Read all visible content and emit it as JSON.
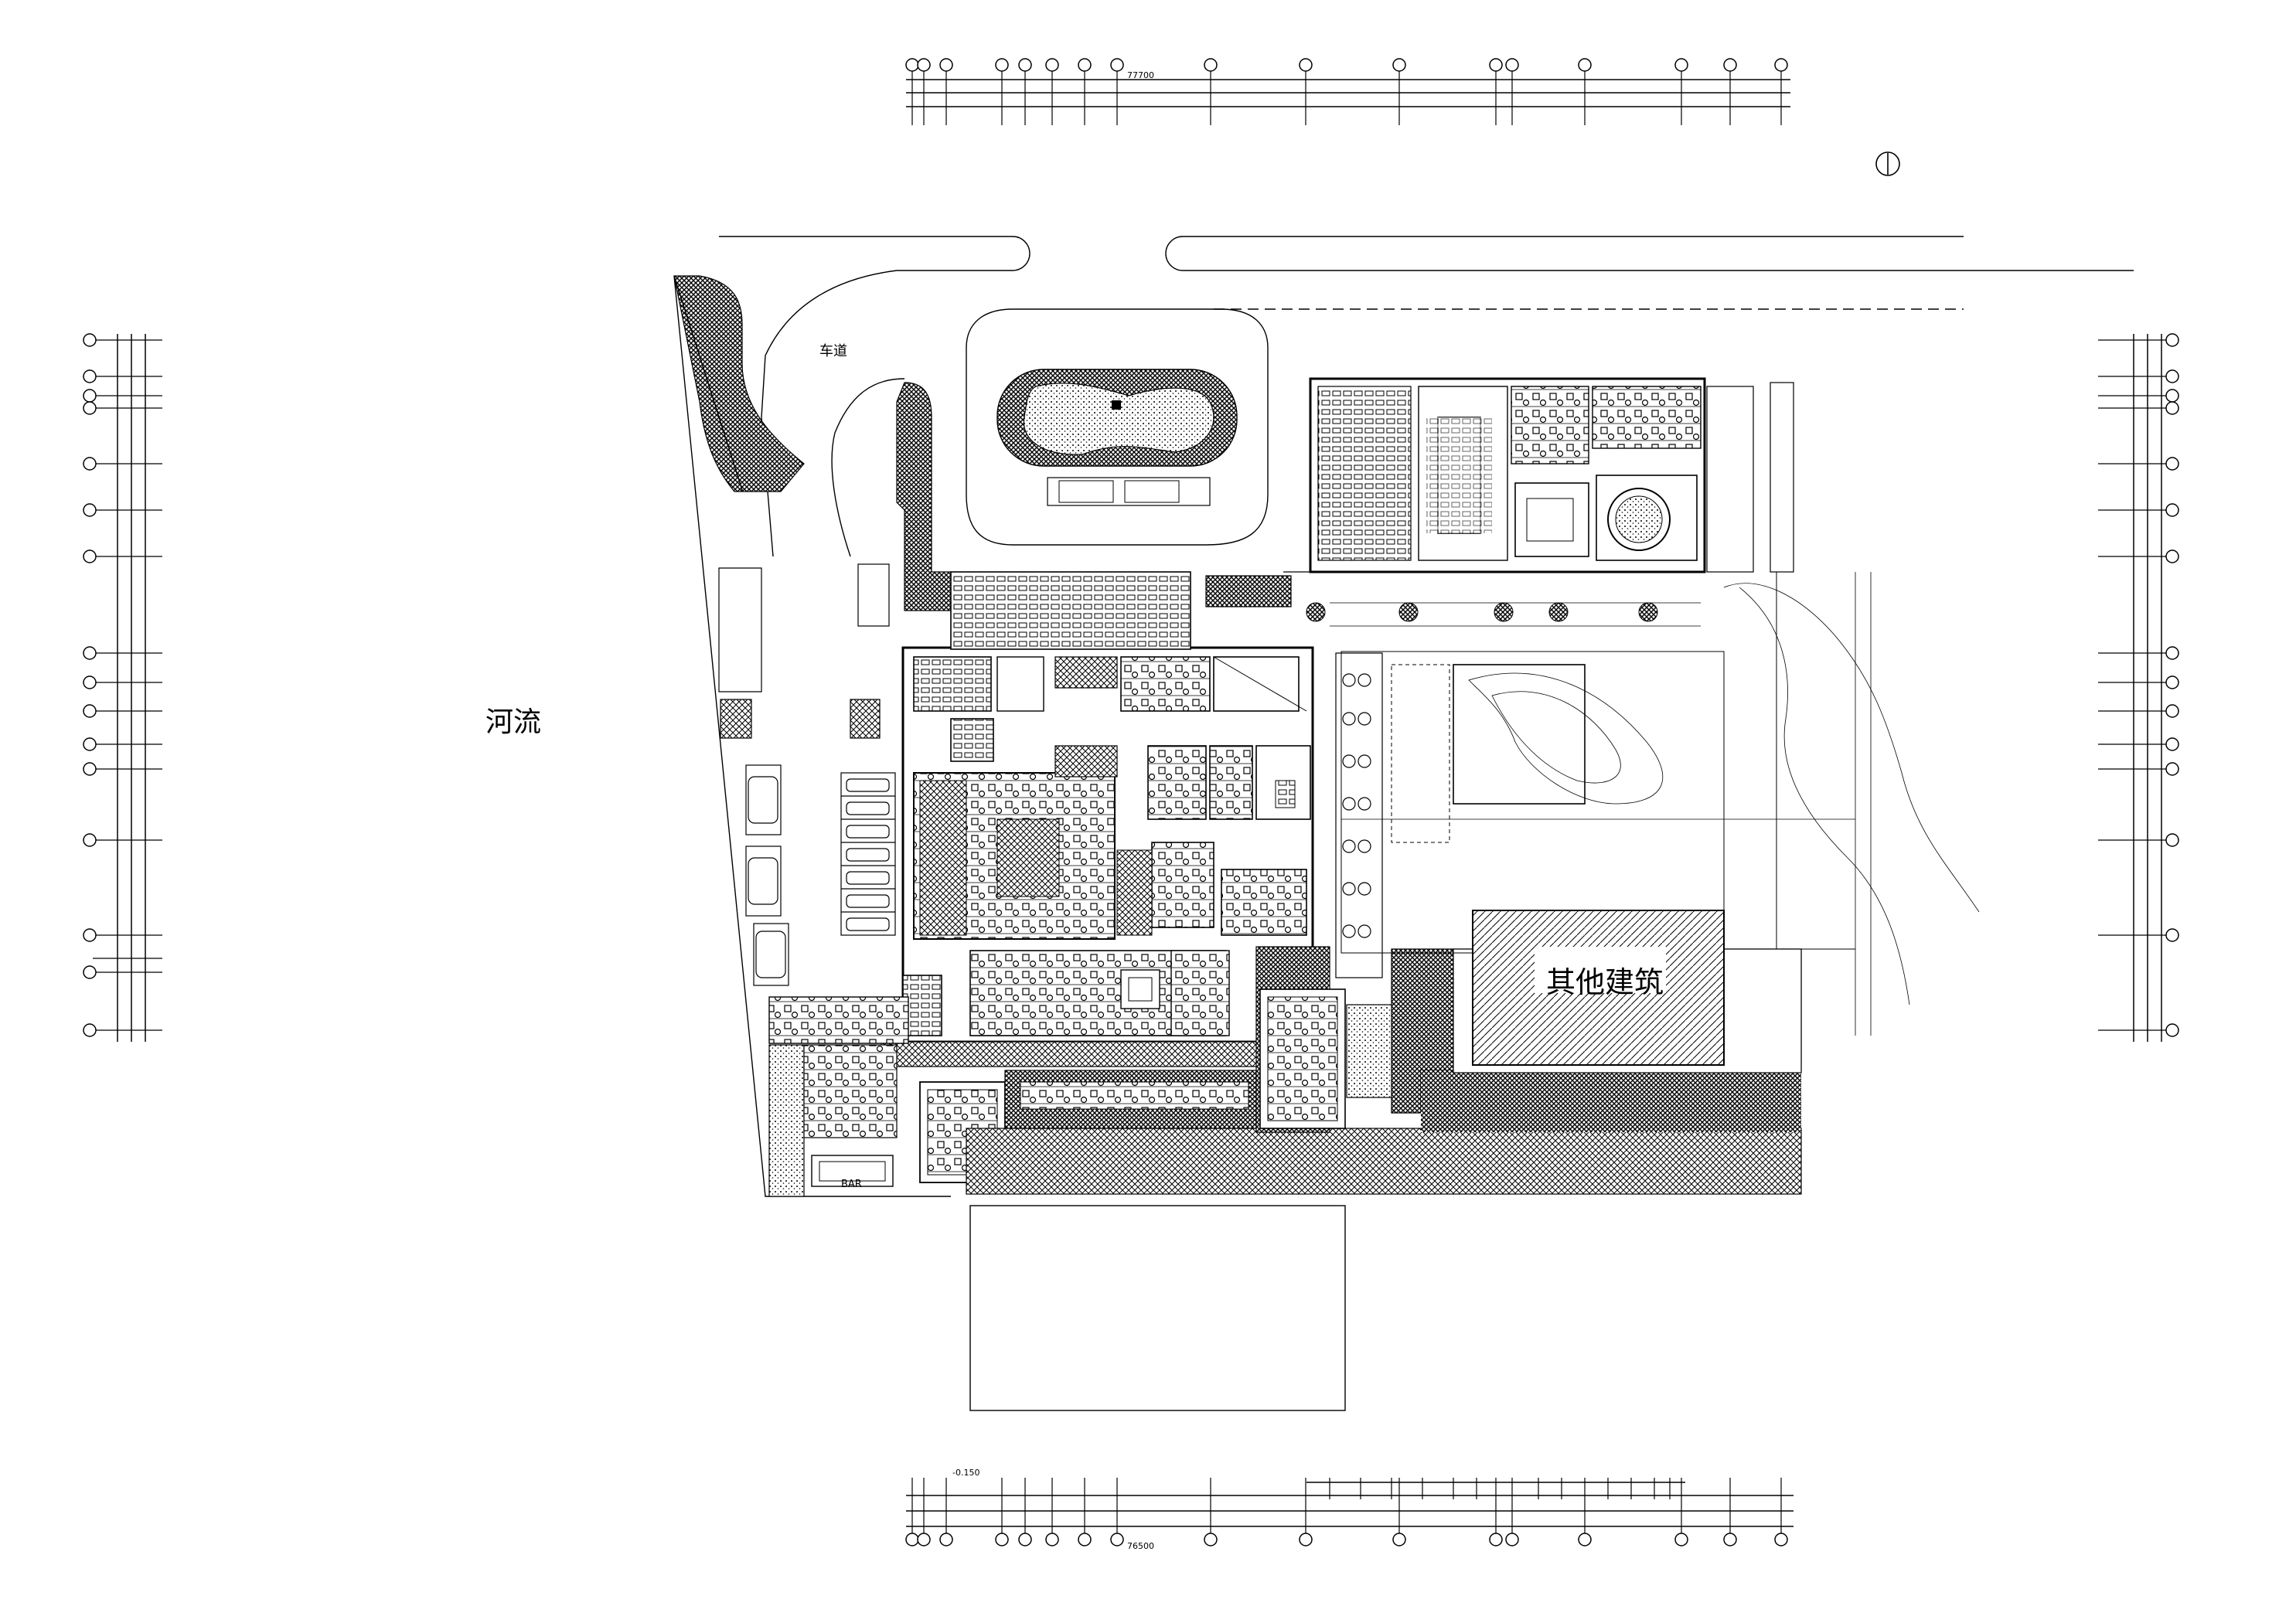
{
  "labels": {
    "river": "河流",
    "road": "车道",
    "other_building": "其他建筑",
    "bar": "BAR"
  },
  "dimensions": {
    "top_total": "77700",
    "bottom_total": "76500",
    "bottom_level": "-0.150"
  },
  "colors": {
    "line": "#000000",
    "background": "#ffffff"
  }
}
